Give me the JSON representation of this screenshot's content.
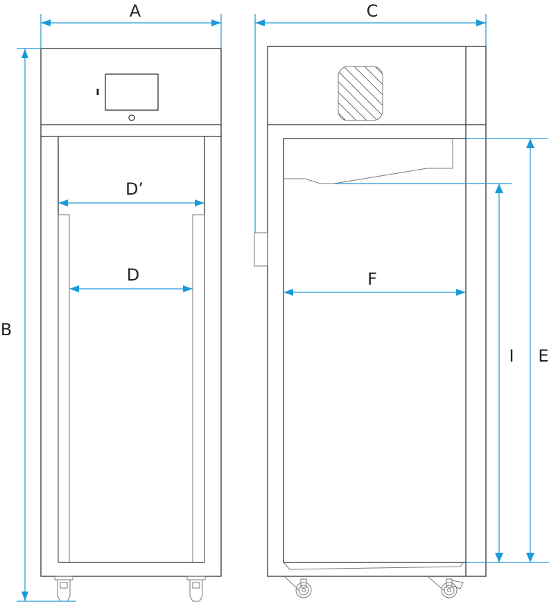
{
  "labels": {
    "A": "A",
    "B": "B",
    "C": "C",
    "D_prime": "D’",
    "D": "D",
    "E": "E",
    "F": "F",
    "I": "I"
  },
  "colors": {
    "dimension": "#1a9ad9",
    "outline": "#333333"
  }
}
